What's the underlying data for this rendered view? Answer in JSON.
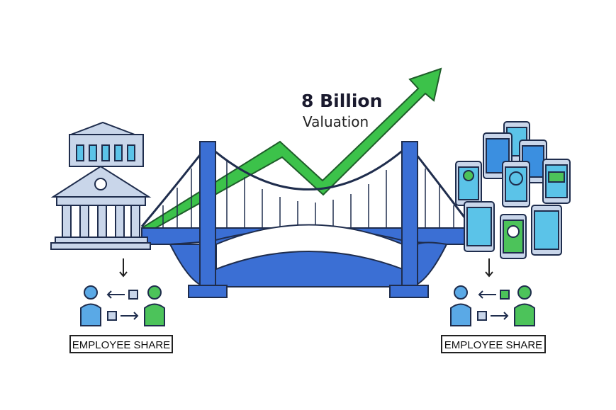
{
  "headline": {
    "value": "8 Billion",
    "caption": "Valuation"
  },
  "left_label": "EMPLOYEE SHARE",
  "right_label": "EMPLOYEE SHARE",
  "colors": {
    "bridge": "#3b6fd4",
    "arrow": "#3cc24a",
    "outline": "#1f2d4d",
    "building": "#c9d6ea",
    "phone": "#5bc3e8",
    "person_blue": "#5aa9e6",
    "person_green": "#4cc35a"
  }
}
